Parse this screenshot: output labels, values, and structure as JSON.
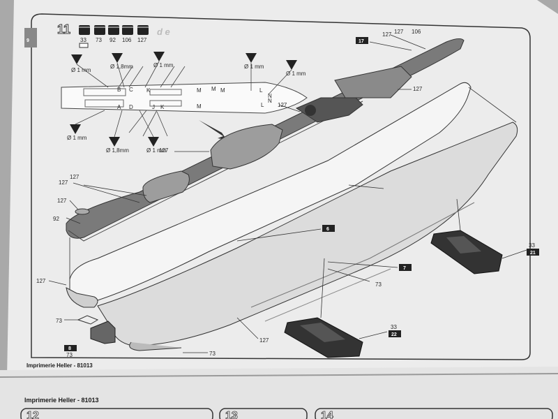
{
  "step": {
    "number": "11",
    "side_tab": "9",
    "colors_codes": [
      "33",
      "73",
      "92",
      "106",
      "127"
    ],
    "lang_marks": "d e"
  },
  "drill": {
    "d1": "Ø 1 mm",
    "d18": "Ø 1,8mm",
    "d1b": "Ø 1 mm",
    "d1c": "Ø 1 mm",
    "d1d": "Ø 1 mm",
    "d1e": "Ø 1 mm",
    "d18b": "Ø 1,8mm",
    "d1f": "Ø 1 mm"
  },
  "deck_plan": {
    "l1": "L",
    "l2": "N",
    "l3": "L",
    "l4": "N",
    "m1": "M",
    "m2": "M",
    "m3": "M",
    "m4": "M",
    "k1": "K",
    "k2": "K",
    "b1": "B",
    "b2": "A",
    "c1": "C",
    "d1": "D",
    "j1": "J"
  },
  "parts": {
    "p127a": "127",
    "p127b": "127",
    "p106": "106",
    "p17": "17",
    "p127c": "127",
    "p127d": "127",
    "p127e": "127",
    "p127f": "127",
    "p127g": "127",
    "p127h": "127",
    "p92": "92",
    "p6": "6",
    "p7": "7",
    "p73a": "73",
    "p73b": "73",
    "p127i": "127",
    "p127j": "127",
    "p8": "8",
    "p73c": "73",
    "p73d": "73",
    "p33a": "33",
    "p21": "21",
    "p33b": "33",
    "p22": "22"
  },
  "footer": {
    "printer_1": "Imprimerie Heller - 81013",
    "printer_2": "Imprimerie Heller - 81013",
    "next_steps": [
      "12",
      "13",
      "14"
    ]
  },
  "colors": {
    "paper": "#e9e9e9",
    "deck": "#7a7a7a",
    "hull": "#dcdcdc",
    "ink": "#222222"
  }
}
